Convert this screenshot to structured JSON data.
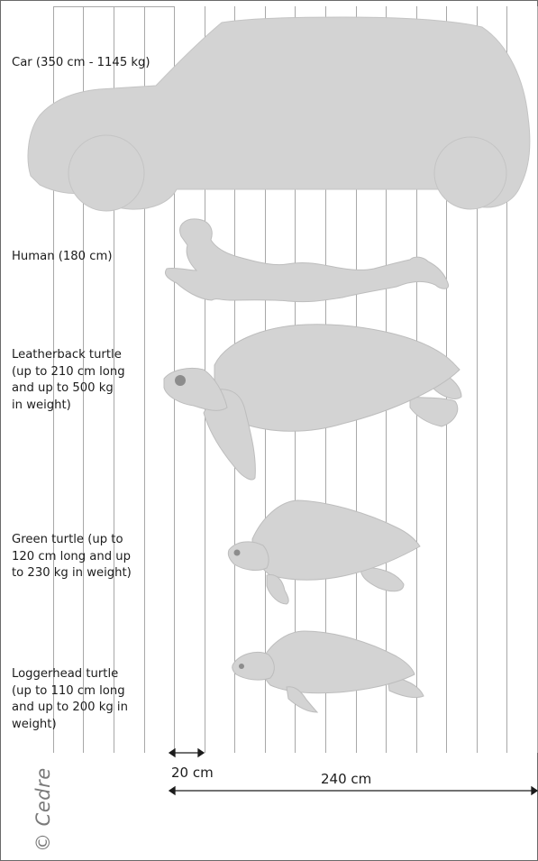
{
  "labels": {
    "car": "Car (350 cm - 1145 kg)",
    "human": "Human (180 cm)",
    "leatherback": [
      "Leatherback turtle",
      "(up to 210 cm long",
      "and up to 500 kg",
      "in weight)"
    ],
    "green": [
      "Green turtle (up to",
      "120 cm long and up",
      "to 230 kg in weight)"
    ],
    "loggerhead": [
      "Loggerhead turtle",
      "(up to 110 cm long",
      "and up to 200 kg in",
      "weight)"
    ]
  },
  "scale": {
    "small": "20 cm",
    "large": "240 cm"
  },
  "credit": "© Cedre",
  "colors": {
    "silhouette": "#d3d3d3",
    "outline": "#b5b5b5",
    "grid": "#a8a8a8",
    "eye": "#8c8c8c"
  }
}
